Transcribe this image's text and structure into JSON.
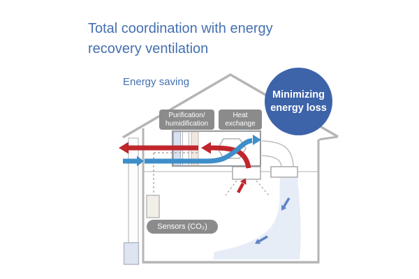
{
  "title": "Total coordination with energy recovery ventilation",
  "labels": {
    "energy_saving": "Energy saving",
    "purification_line1": "Purification/",
    "purification_line2": "humidification",
    "heat_line1": "Heat",
    "heat_line2": "exchange",
    "sensors": "Sensors (CO₂)"
  },
  "badge": {
    "line1": "Minimizing",
    "line2": "energy loss"
  },
  "colors": {
    "heading_blue": "#4470b0",
    "badge_blue": "#3d63a9",
    "exhaust_arrow_red": "#c0262c",
    "fresh_air_arrow_blue": "#3e8ec8",
    "room_airflow_blue": "#5e82c6",
    "label_gray": "#8b8b8b",
    "house_outline_gray": "#b5b5b5",
    "airflow_fill_light_blue": "#dbe5f4"
  }
}
